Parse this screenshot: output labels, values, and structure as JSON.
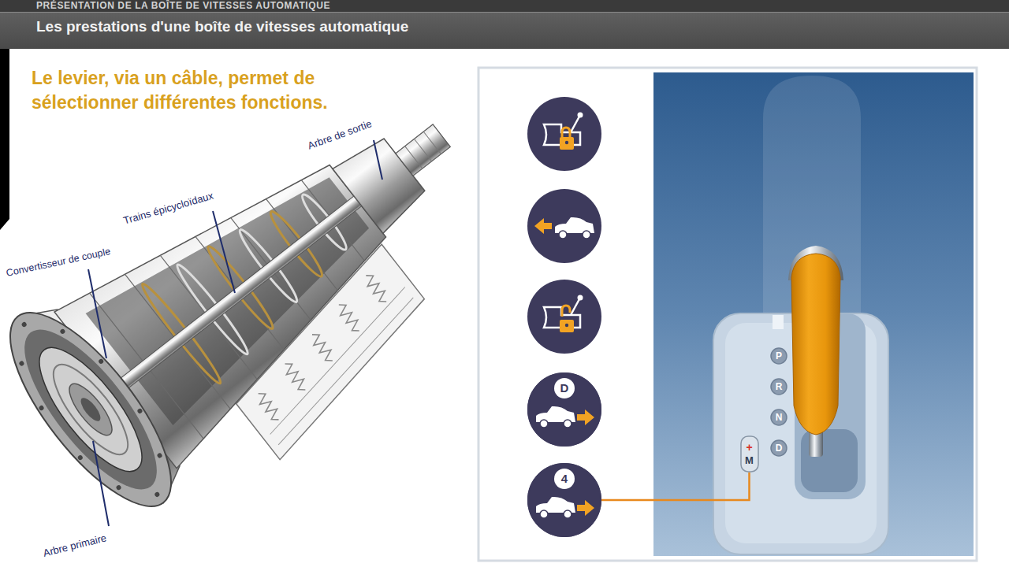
{
  "diagram": {
    "title": "PRÉSENTATION DE LA BOÎTE DE VITESSES AUTOMATIQUE",
    "nodes": [
      {
        "text": [
          "D"
        ]
      },
      {
        "text": [
          "4"
        ]
      },
      {
        "text": [
          "P"
        ]
      },
      {
        "text": [
          "R"
        ]
      },
      {
        "text": [
          "N"
        ]
      },
      {
        "text": [
          "D"
        ]
      },
      {
        "text": [
          "+",
          "M"
        ]
      }
    ],
    "edges": [
      {
        "from": 1,
        "to": 6,
        "arrow": "none"
      }
    ],
    "labels": [
      "Les prestations d'une boîte de vitesses automatique",
      "Le levier, via un câble, permet de sélectionner différentes fonctions.",
      "Arbre de sortie",
      "Trains épicycloïdaux",
      "Convertisseur de couple",
      "Arbre primaire"
    ]
  }
}
